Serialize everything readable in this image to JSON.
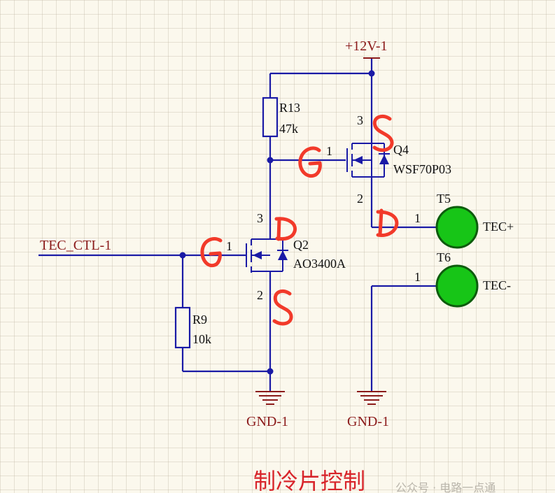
{
  "nets": {
    "power": "+12V-1",
    "ground_left": "GND-1",
    "ground_right": "GND-1",
    "input": "TEC_CTL-1"
  },
  "r13": {
    "designator": "R13",
    "value": "47k"
  },
  "r9": {
    "designator": "R9",
    "value": "10k"
  },
  "q4": {
    "designator": "Q4",
    "part": "WSF70P03",
    "pin_gate": "1",
    "pin_drain": "2",
    "pin_source": "3"
  },
  "q2": {
    "designator": "Q2",
    "part": "AO3400A",
    "pin_gate": "1",
    "pin_source": "2",
    "pin_drain": "3"
  },
  "t5": {
    "designator": "T5",
    "net": "TEC+",
    "pin": "1"
  },
  "t6": {
    "designator": "T6",
    "net": "TEC-",
    "pin": "1"
  },
  "annotations": {
    "q4_gate": "G",
    "q4_source": "S",
    "q4_drain": "D",
    "q2_gate": "G",
    "q2_drain": "D",
    "q2_source": "S"
  },
  "title": "制冷片控制",
  "watermark": "公众号 · 电路一点通",
  "colors": {
    "wire": "#1a1aa6",
    "net_label": "#8b1a1a",
    "handwriting": "#f23a2a",
    "pad": "#17c517",
    "title": "#d8242a"
  }
}
